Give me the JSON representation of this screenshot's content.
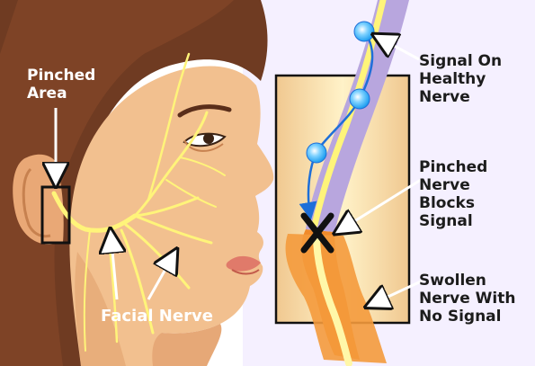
{
  "labels": {
    "pinched_area": [
      "Pinched",
      "Area"
    ],
    "facial_nerve": "Facial Nerve",
    "signal_on_healthy_nerve": [
      "Signal On",
      "Healthy",
      "Nerve"
    ],
    "pinched_nerve_blocks_signal": [
      "Pinched",
      "Nerve",
      "Blocks",
      "Signal"
    ],
    "swollen_nerve_no_signal": [
      "Swollen",
      "Nerve With",
      "No Signal"
    ]
  },
  "colors": {
    "skin": "#f2c08f",
    "skin_shadow": "#e1a26e",
    "hair": "#6f3b22",
    "nerve": "#fff47a",
    "panel_bg": "#f4d6a3",
    "healthy_nerve": "#b8a6de",
    "swollen_nerve": "#f08a2a",
    "signal_dot": "#1e9ef0",
    "background": "#ffffff"
  }
}
